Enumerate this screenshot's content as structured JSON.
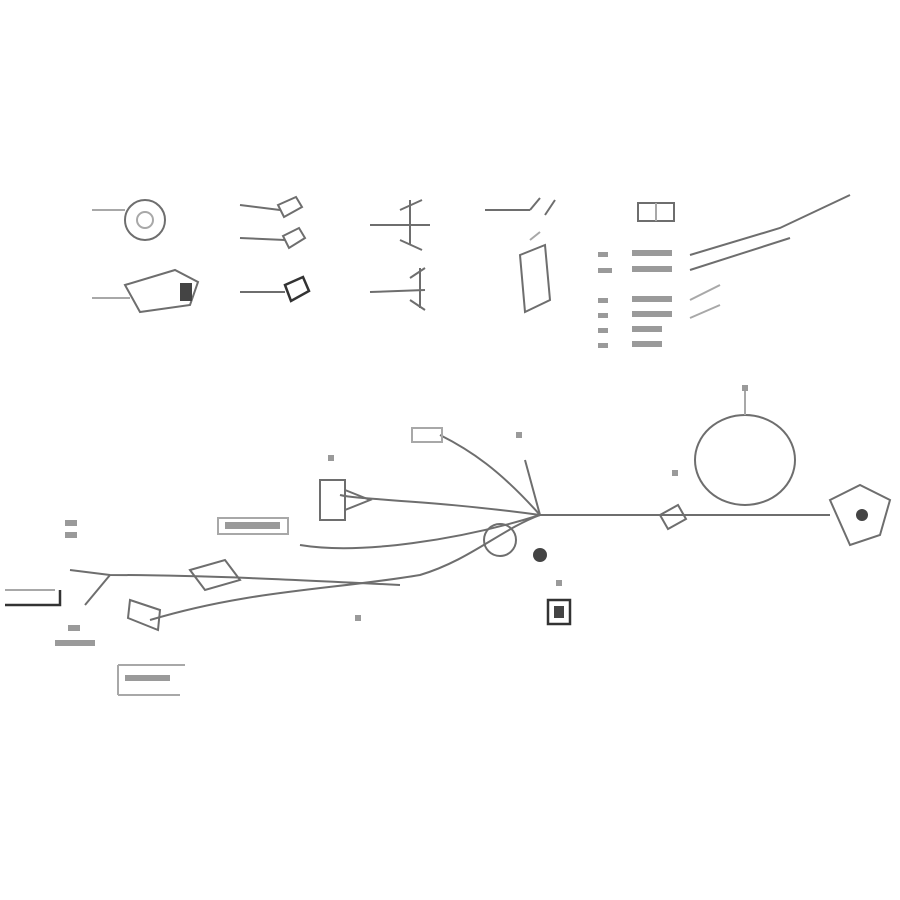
{
  "diagram": {
    "type": "exploded parts diagram (wiring harness)",
    "colors": {
      "line": "#6e6e6e",
      "light_line": "#a8a8a8",
      "background": "#ffffff"
    },
    "parts_grid_rows": 2,
    "legend_rows": 6
  }
}
